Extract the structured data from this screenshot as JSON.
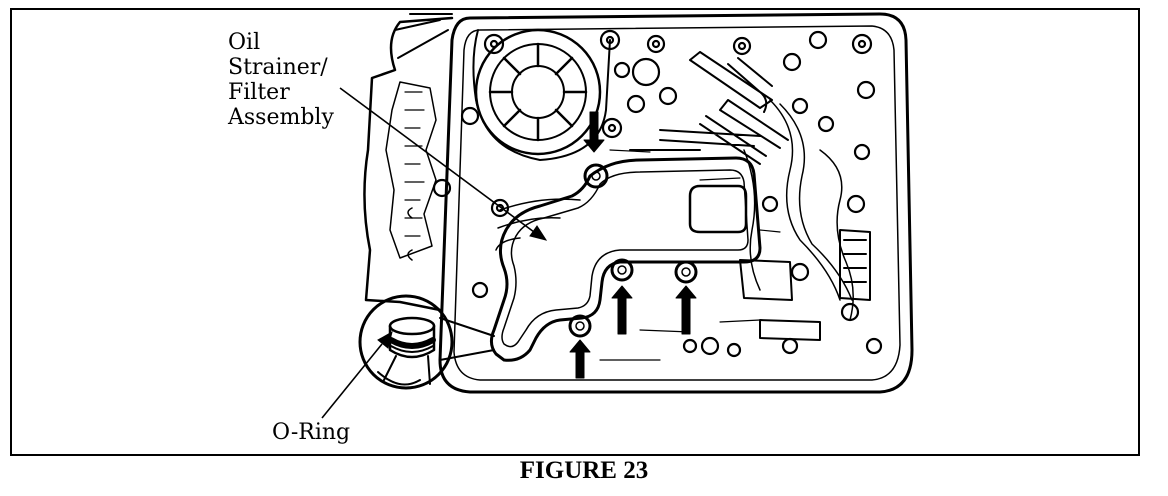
{
  "figure": {
    "caption": "FIGURE 23"
  },
  "callouts": {
    "strainer_lines": [
      "Oil",
      "Strainer/",
      "Filter",
      "Assembly"
    ],
    "oring": "O-Ring"
  },
  "colors": {
    "ink": "#000000",
    "paper": "#ffffff"
  }
}
